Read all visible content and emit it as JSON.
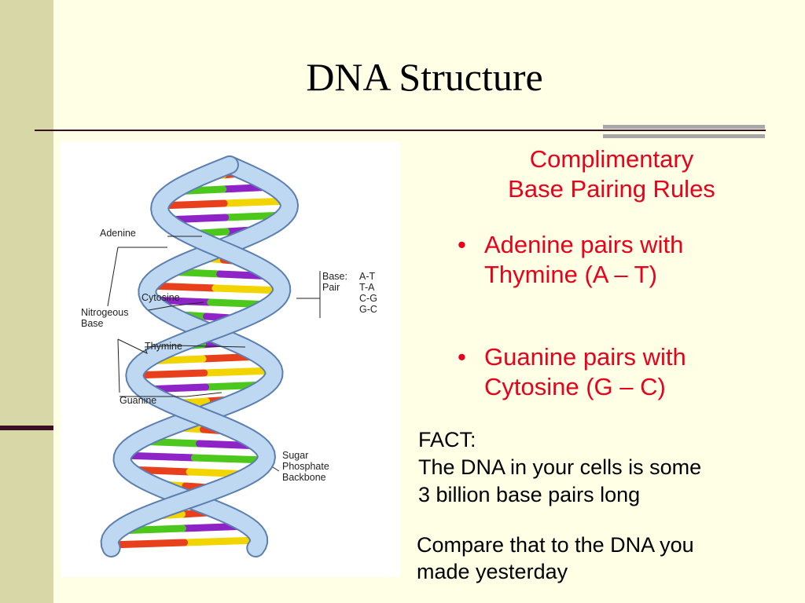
{
  "slide": {
    "title": "DNA Structure",
    "heading_line1": "Complimentary",
    "heading_line2": "Base Pairing Rules",
    "bullets": [
      {
        "line1": "Adenine pairs with",
        "line2": "Thymine  (A – T)"
      },
      {
        "line1": "Guanine pairs with",
        "line2": "Cytosine  (G – C)"
      }
    ],
    "fact_label": "FACT:",
    "fact_line1": "The DNA in your cells is some",
    "fact_line2": "3 billion base pairs long",
    "compare_line1": "Compare that to the DNA you",
    "compare_line2": "made yesterday"
  },
  "figure": {
    "labels": {
      "adenine": "Adenine",
      "cytosine": "Cytosine",
      "nitrogenous_base": "Nitrogeous\nBase",
      "thymine": "Thymine",
      "guanine": "Guanine",
      "base_pair": "Base:\nPair",
      "pairs": "A-T\nT-A\nC-G\nG-C",
      "backbone": "Sugar\nPhosphate\nBackbone"
    },
    "colors": {
      "A": "#E8401C",
      "T": "#F2D400",
      "G": "#8E24C8",
      "C": "#4CC81C",
      "backbone": "#BFD8F2"
    }
  }
}
